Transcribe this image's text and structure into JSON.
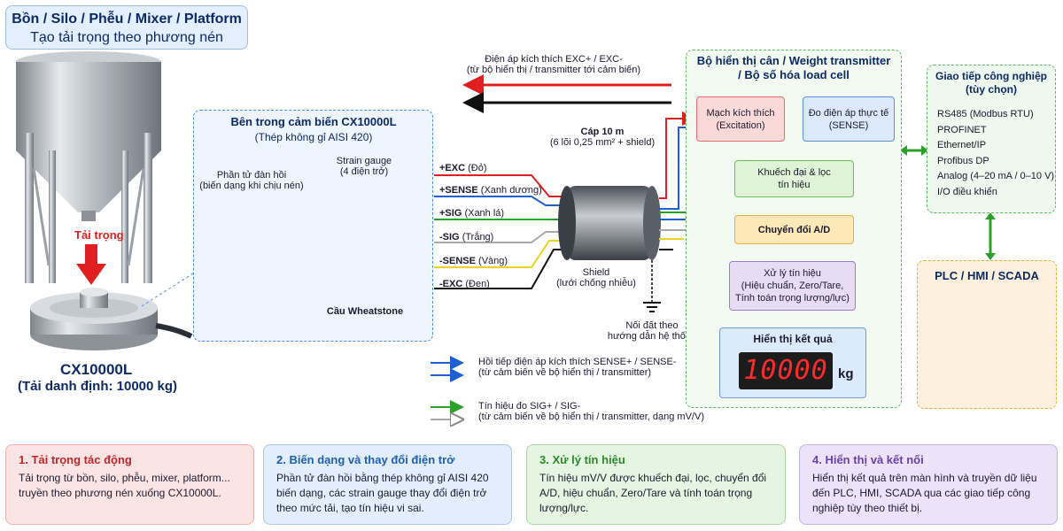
{
  "header": {
    "line1": "Bồn / Silo / Phễu / Mixer / Platform",
    "line2": "Tạo tải trọng theo phương nén"
  },
  "sensor": {
    "load_label": "Tải trọng",
    "name": "CX10000L",
    "rating": "(Tải danh định: 10000 kg)"
  },
  "inside": {
    "title": "Bên trong cảm biến CX10000L",
    "subtitle": "(Thép không gỉ AISI 420)",
    "elastic_title": "Phần tử đàn hồi",
    "elastic_sub": "(biến dạng khi chịu nén)",
    "gauge_title": "Strain gauge",
    "gauge_sub": "(4 điện trở)",
    "bridge_label": "Cầu Wheatstone"
  },
  "wires": [
    {
      "name": "+EXC",
      "desc": "(Đỏ)",
      "color": "#e02020"
    },
    {
      "name": "+SENSE",
      "desc": "(Xanh dương)",
      "color": "#1f5fd6"
    },
    {
      "name": "+SIG",
      "desc": "(Xanh lá)",
      "color": "#2aa02a"
    },
    {
      "name": "-SIG",
      "desc": "(Trắng)",
      "color": "#a8a8a8"
    },
    {
      "name": "-SENSE",
      "desc": "(Vàng)",
      "color": "#f0d020"
    },
    {
      "name": "-EXC",
      "desc": "(Đen)",
      "color": "#111111"
    }
  ],
  "cable": {
    "title": "Cáp 10 m",
    "spec": "(6 lõi 0,25 mm² + shield)",
    "shield": "Shield",
    "shield_sub": "(lưới chống nhiễu)",
    "ground1": "Nối đất theo",
    "ground2": "hướng dẫn hệ thống"
  },
  "excitation_note": {
    "line1": "Điện áp kích thích EXC+ / EXC-",
    "line2": "(từ bộ hiển thị / transmitter tới cảm biến)"
  },
  "transmitter": {
    "title1": "Bộ hiển thị cân / Weight transmitter",
    "title2": "/ Bộ số hóa load cell",
    "exc_block": {
      "l1": "Mạch kích thích",
      "l2": "(Excitation)"
    },
    "sense_block": {
      "l1": "Đo điện áp thực tế",
      "l2": "(SENSE)"
    },
    "amp_block": {
      "l1": "Khuếch đại & lọc",
      "l2": "tín hiệu"
    },
    "adc_block": "Chuyển đổi A/D",
    "proc_block": {
      "l1": "Xử lý tín hiệu",
      "l2": "(Hiệu chuẩn, Zero/Tare,",
      "l3": "Tính toán trọng lượng/lực)"
    },
    "display_title": "Hiển thị kết quả",
    "display_value": "10000",
    "unit": "kg"
  },
  "comm": {
    "title1": "Giao tiếp công nghiệp",
    "title2": "(tùy chọn)",
    "items": [
      "RS485 (Modbus RTU)",
      "PROFINET",
      "Ethernet/IP",
      "Profibus DP",
      "Analog (4–20 mA / 0–10 V)",
      "I/O điều khiển"
    ]
  },
  "plc": {
    "title": "PLC / HMI / SCADA"
  },
  "legend": {
    "sense_l1": "Hồi tiếp điện áp kích thích SENSE+ / SENSE-",
    "sense_l2": "(từ cảm biến về bộ hiển thị / transmitter)",
    "sig_l1": "Tín hiệu đo SIG+ / SIG-",
    "sig_l2": "(từ cảm biến về bộ hiển thị / transmitter, dạng mV/V)"
  },
  "cards": [
    {
      "title": "1. Tải trọng tác động",
      "body": "Tải trọng từ bồn, silo, phễu, mixer, platform... truyền theo phương nén xuống CX10000L."
    },
    {
      "title": "2. Biến dạng và thay đổi điện trở",
      "body": "Phần tử đàn hồi bằng thép không gỉ AISI 420 biến dạng, các strain gauge thay đổi điện trở theo mức tải, tạo tín hiệu vi sai."
    },
    {
      "title": "3. Xử lý tín hiệu",
      "body": "Tín hiệu mV/V được khuếch đại, lọc, chuyển đổi A/D, hiệu chuẩn, Zero/Tare và tính toán trọng lượng/lực."
    },
    {
      "title": "4. Hiển thị và kết nối",
      "body": "Hiển thị kết quả trên màn hình và truyền dữ liệu đến PLC, HMI, SCADA qua các giao tiếp công nghiệp tùy theo thiết bị."
    }
  ]
}
